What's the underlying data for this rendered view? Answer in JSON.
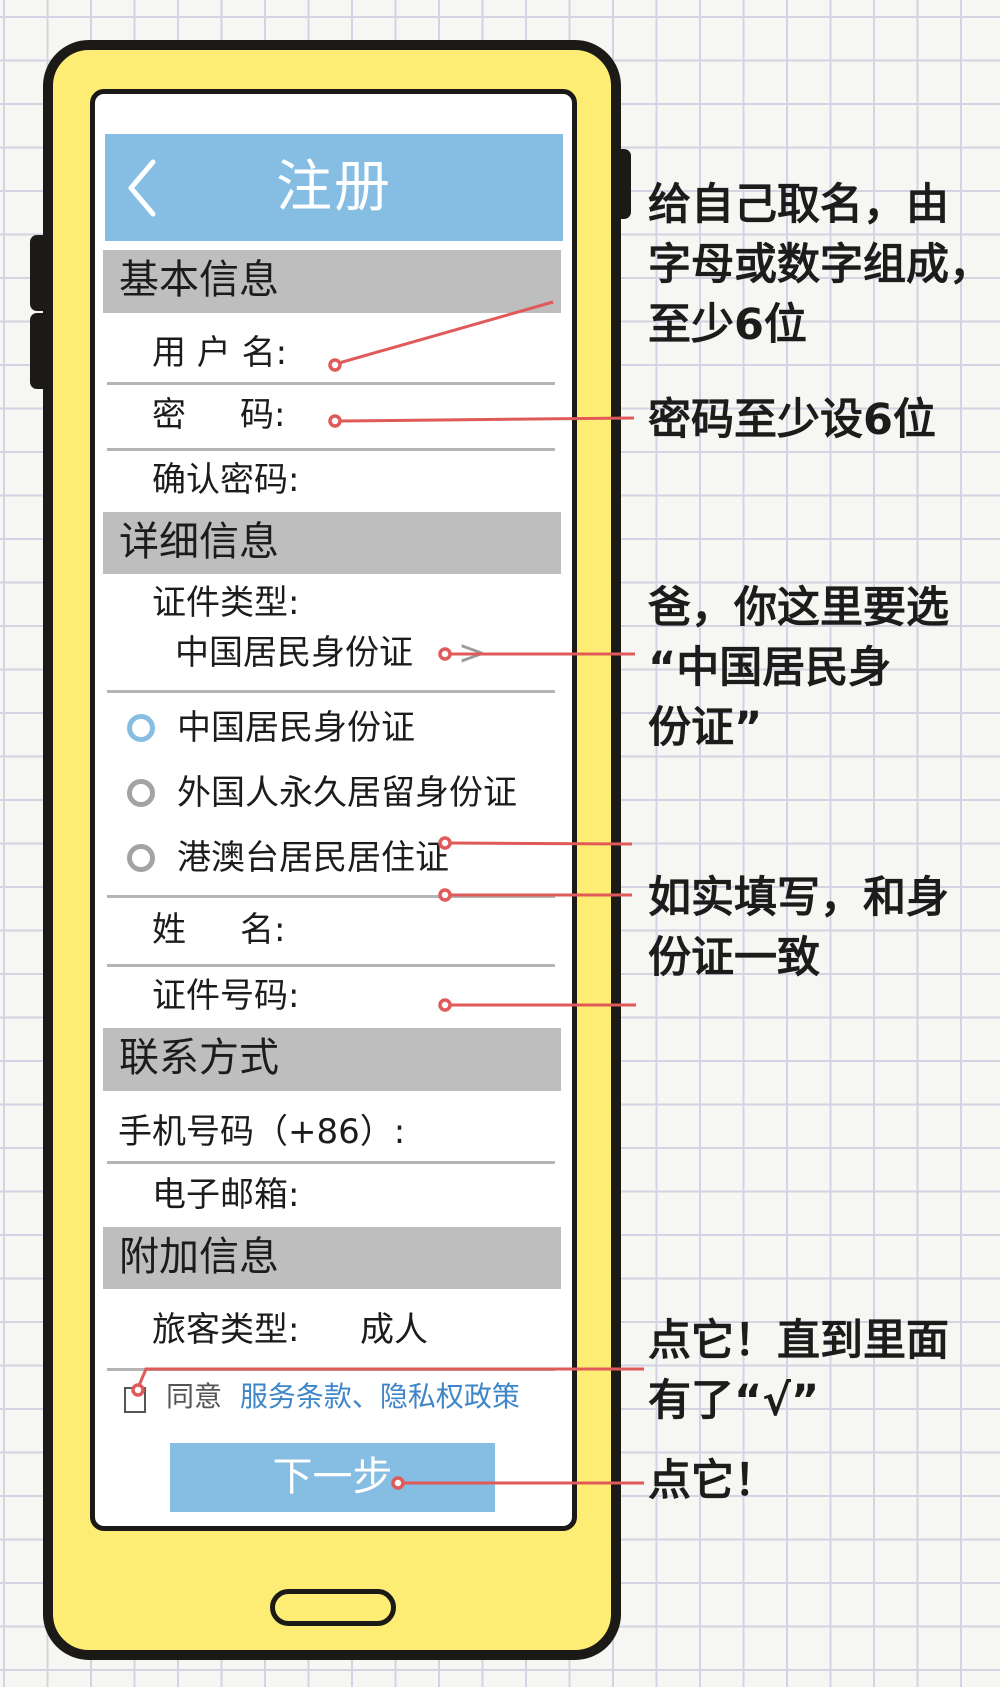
{
  "colors": {
    "background": "#f6f6f2",
    "grid": "#d2d3e3",
    "phone_body": "#fded74",
    "phone_outline": "#1c1a17",
    "title_bar": "#86bde3",
    "section_header": "#bebebe",
    "annotation_line": "#e05a5a",
    "link": "#3f86c8"
  },
  "header": {
    "back_icon": "chevron-left-icon",
    "title": "注册"
  },
  "sections": {
    "basic": {
      "title": "基本信息",
      "username_label": "用 户 名:",
      "password_label": "密     码:",
      "confirm_label": "确认密码:"
    },
    "detail": {
      "title": "详细信息",
      "id_type_label": "证件类型:",
      "id_type_value": "中国居民身份证",
      "id_type_chevron": ">",
      "radio_options": [
        {
          "label": "中国居民身份证",
          "selected": true
        },
        {
          "label": "外国人永久居留身份证",
          "selected": false
        },
        {
          "label": "港澳台居民居住证",
          "selected": false
        }
      ],
      "name_label": "姓     名:",
      "id_number_label": "证件号码:"
    },
    "contact": {
      "title": "联系方式",
      "phone_label": "手机号码（+86）:",
      "email_label": "电子邮箱:"
    },
    "extra": {
      "title": "附加信息",
      "passenger_type_label": "旅客类型:",
      "passenger_type_value": "成人"
    }
  },
  "agreement": {
    "checked": false,
    "prefix": "同意",
    "links": "服务条款、隐私权政策"
  },
  "next_button": "下一步",
  "annotations": {
    "username": "给自己取名，由\n字母或数字组成，\n至少6位",
    "password": "密码至少设6位",
    "id_type": "爸，你这里要选\n“中国居民身\n份证”",
    "real_info": "如实填写，和身\n份证一致",
    "checkbox": "点它！直到里面\n有了“√”",
    "next": "点它！"
  }
}
